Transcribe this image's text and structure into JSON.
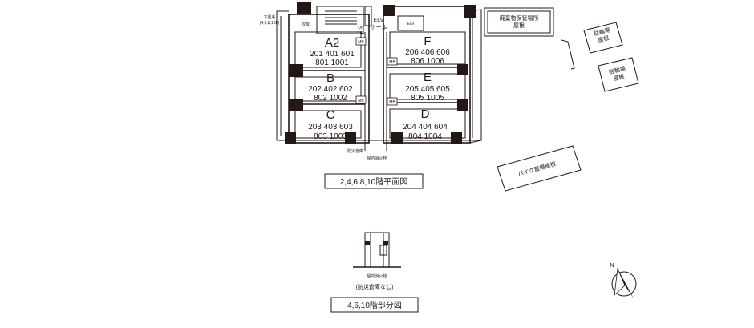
{
  "units": [
    {
      "id": "A2",
      "rooms_line1": "201 401 601",
      "rooms_line2": "801 1001"
    },
    {
      "id": "B",
      "rooms_line1": "202 402 602",
      "rooms_line2": "802 1002"
    },
    {
      "id": "C",
      "rooms_line1": "203 403 603",
      "rooms_line2": "803 1003"
    },
    {
      "id": "F",
      "rooms_line1": "206 406 606",
      "rooms_line2": "806 1006"
    },
    {
      "id": "E",
      "rooms_line1": "205 405 605",
      "rooms_line2": "805 1005"
    },
    {
      "id": "D",
      "rooms_line1": "204 404 604",
      "rooms_line2": "804 1004"
    }
  ],
  "labels": {
    "elv_hall_1": "ELV",
    "elv_hall_2": "ホール",
    "elv": "ELV",
    "mb": "MB",
    "fukinuke": "吹抜",
    "dn": "DN",
    "up": "UP",
    "shimoya_1": "下屋系",
    "shimoya_2": "(4,6,8,10F)",
    "bousai_souko": "防災倉庫",
    "okunai_shoukasen": "屋内消火栓",
    "haikibutsu_1": "廃棄物保管場所",
    "haikibutsu_2": "屋根",
    "churinjo_roof_1a": "駐輪場",
    "churinjo_roof_1b": "屋根",
    "churinjo_roof_2a": "駐輪場",
    "churinjo_roof_2b": "屋根",
    "bike_roof": "バイク置場屋根",
    "plan_caption": "2,4,6,8,10階平面図",
    "partial_shoukasen": "屋内消火栓",
    "partial_note": "(防災倉庫なし)",
    "partial_caption": "4,6,10階部分図",
    "north": "N"
  }
}
